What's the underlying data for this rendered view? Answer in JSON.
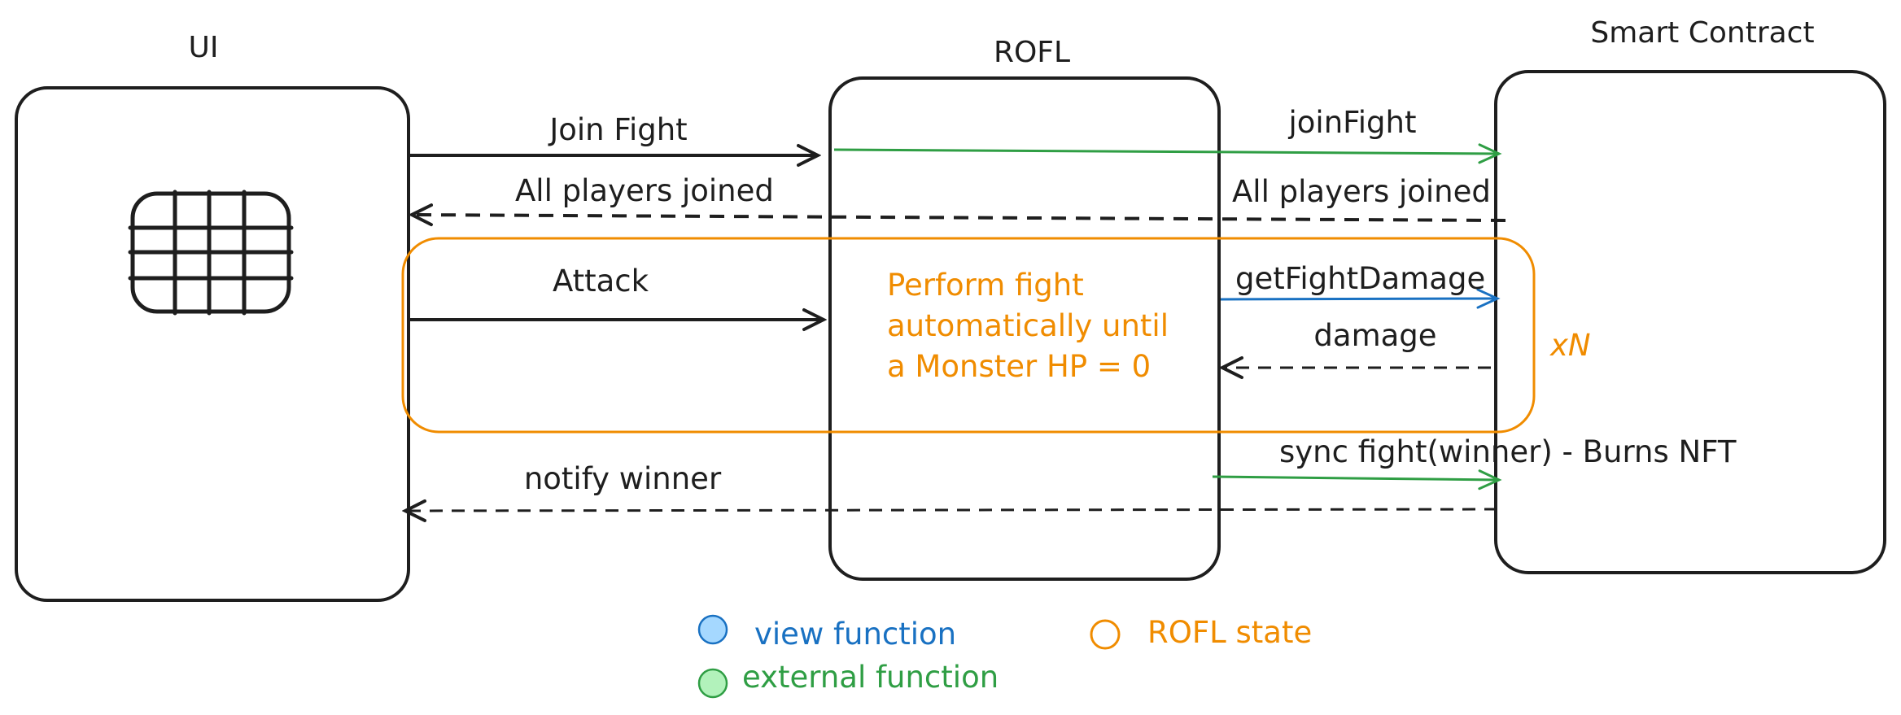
{
  "columns": {
    "ui": "UI",
    "rofl": "ROFL",
    "contract": "Smart Contract"
  },
  "messages": {
    "join_fight": "Join Fight",
    "join_fight_call": "joinFight",
    "all_joined_left": "All players joined",
    "all_joined_right": "All players joined",
    "attack": "Attack",
    "get_fight_damage": "getFightDamage",
    "damage": "damage",
    "sync_fight": "sync fight(winner) - Burns NFT",
    "notify_winner": "notify winner"
  },
  "rofl_note": {
    "line1": "Perform fight",
    "line2": "automatically until",
    "line3": "a Monster HP = 0"
  },
  "loop_label": "xN",
  "legend": {
    "view": "view function",
    "external": "external function",
    "rofl_state": "ROFL state"
  },
  "icons": {
    "ui_grid": "grid-icon"
  },
  "colors": {
    "ink": "#1e1e1e",
    "orange": "#f08c00",
    "blue": "#1971c2",
    "green": "#2f9e44",
    "blue_fill": "#a5d8ff",
    "green_fill": "#b2f2bb"
  }
}
